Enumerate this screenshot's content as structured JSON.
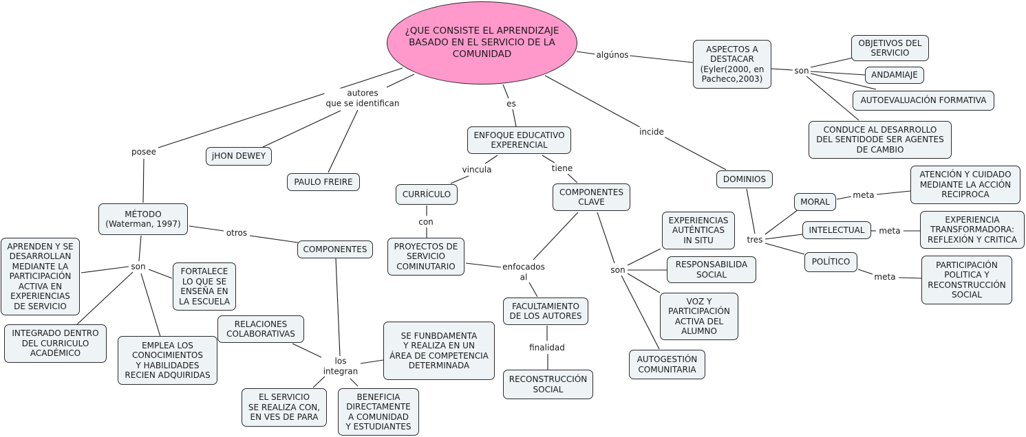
{
  "map": {
    "root": "¿QUE CONSISTE EL APRENDIZAJE\nBASADO EN EL SERVICIO DE LA\nCOMUNIDAD",
    "nodes": {
      "aspectos": "ASPECTOS A\nDESTACAR\n(Eyler(2000, en\nPacheco,2003)",
      "objetivos": "OBJETIVOS DEL\nSERVICIO",
      "andamiaje": "ANDAMIAJE",
      "autoevaluacion": "AUTOEVALUACIÓN FORMATIVA",
      "conduce": "CONDUCE AL DESARROLLO\nDEL SENTIDODE SER AGENTES\nDE CAMBIO",
      "dominios": "DOMINIOS",
      "moral": "MORAL",
      "intelectual": "INTELECTUAL",
      "politico": "POLÍTICO",
      "atencion": "ATENCIÓN Y CUIDADO\nMEDIANTE LA ACCIÓN\nRECIPROCA",
      "experiencia_transf": "EXPERIENCIA\nTRANSFORMADORA:\nREFLEXIÓN Y CRITICA",
      "participacion_pol": "PARTICIPACIÓN\nPOLITICA Y\nRECONSTRUCCIÓN\nSOCIAL",
      "enfoque": "ENFOQUE EDUCATIVO\nEXPERENCIAL",
      "curriculo": "CURRÍCULO",
      "componentes_clave": "COMPONENTES\nCLAVE",
      "proyectos": "PROYECTOS DE\nSERVICIO\nCOMINUTARIO",
      "facultamiento": "FACULTAMIENTO\nDE LOS AUTORES",
      "reconstruccion": "RECONSTRUCCIÓN\nSOCIAL",
      "experiencias_autenticas": "EXPERIENCIAS\nAUTÉNTICAS\nIN SITU",
      "responsabilidad": "RESPONSABILIDA\nSOCIAL",
      "voz": "VOZ Y\nPARTICIPACIÓN\nACTIVA DEL\nALUMNO",
      "autogestion": "AUTOGESTIÓN\nCOMUNITARIA",
      "dewey": "jHON DEWEY",
      "freire": "PAULO FREIRE",
      "metodo": "MÉTODO\n(Waterman, 1997)",
      "componentes": "COMPONENTES",
      "aprenden": "APRENDEN Y SE\nDESARROLLAN\nMEDIANTE LA\nPARTICIPACIÓN\nACTIVA EN\nEXPERIENCIAS\nDE SERVICIO",
      "fortalece": "FORTALECE\nLO QUE SE\nENSEÑA EN\nLA ESCUELA",
      "integrado": "INTEGRADO DENTRO\nDEL CURRICULO\nACADÉMICO",
      "emplea": "EMPLEA LOS\nCONOCIMIENTOS\nY HABILIDADES\nRECIEN ADQUIRIDAS",
      "relaciones": "RELACIONES\nCOLABORATIVAS",
      "se_fundamenta": "SE FUNBDAMENTA\nY REALIZA EN UN\nÁREA DE COMPETENCIA\nDETERMINADA",
      "el_servicio": "EL SERVICIO\nSE REALIZA CON,\nEN VES DE PARA",
      "beneficia": "BENEFICIA\nDIRECTAMENTE\nA COMUNIDAD\nY ESTUDIANTES"
    },
    "links": {
      "algunos": "algúnos",
      "son_aspectos": "son",
      "incide": "incide",
      "tres": "tres",
      "meta_moral": "meta",
      "meta_intelectual": "meta",
      "meta_politico": "meta",
      "es": "es",
      "vincula": "vincula",
      "tiene": "tiene",
      "con": "con",
      "enfocados_al": "enfocados\nal",
      "finalidad": "finalidad",
      "son_componentes": "son",
      "autores": "autores\nque se identifican",
      "posee": "posee",
      "otros": "otros",
      "son_metodo": "son",
      "los_integran": "los\nintegran"
    }
  },
  "colors": {
    "root_fill": "#ff99cc",
    "node_fill": "#eef3f6",
    "border": "#2a2a2a"
  }
}
